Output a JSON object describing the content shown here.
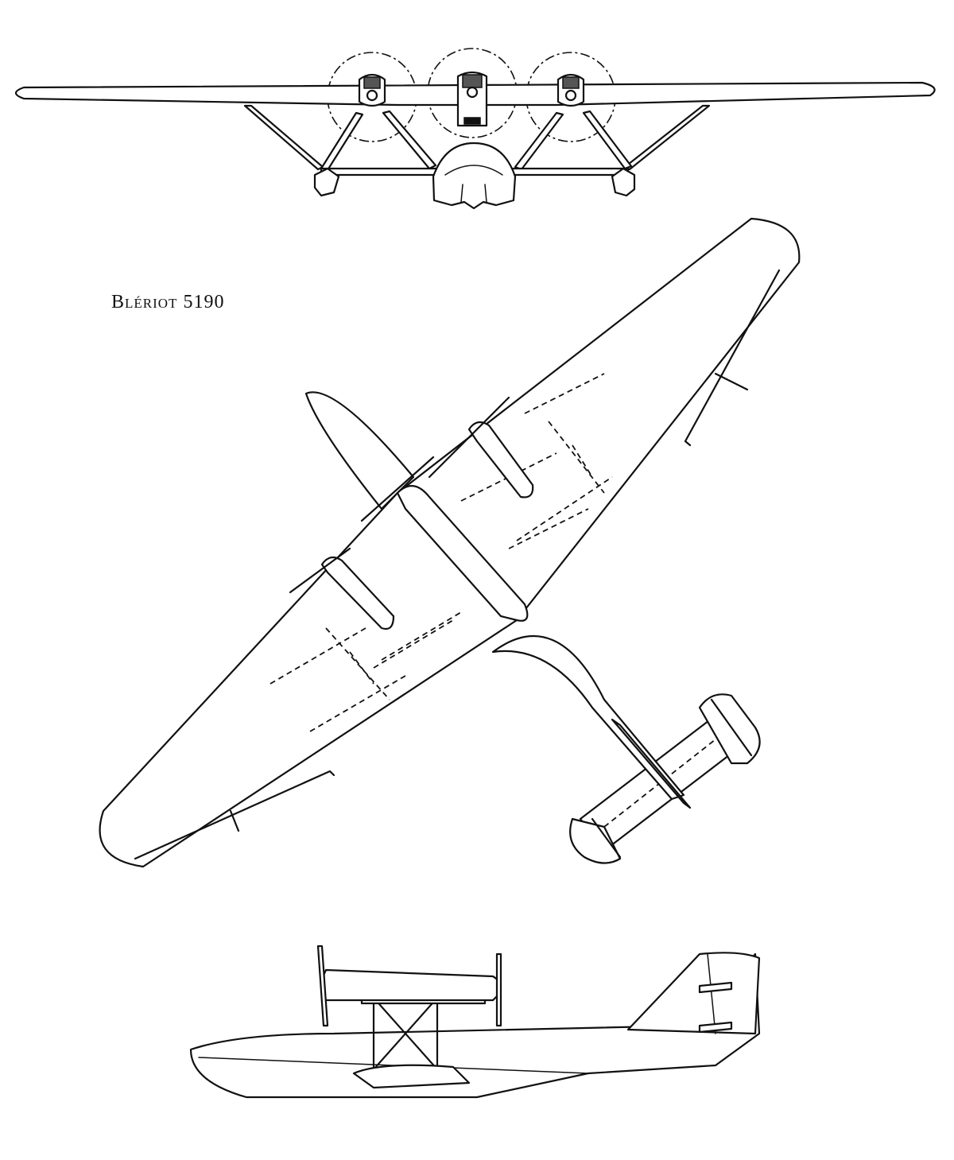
{
  "title": "Blériot 5190",
  "views": {
    "front": "front-view",
    "plan": "plan-view",
    "side": "side-view"
  },
  "colors": {
    "ink": "#111111",
    "paper": "#ffffff"
  }
}
